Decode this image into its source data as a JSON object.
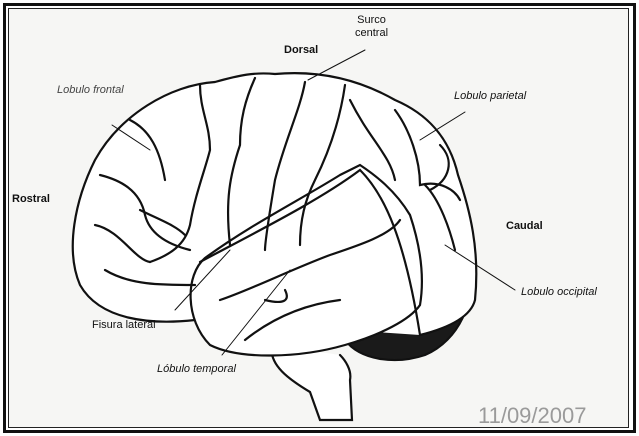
{
  "labels": {
    "surco_central": "Surco\ncentral",
    "surco": "Surco",
    "central": "central",
    "dorsal": "Dorsal",
    "lobulo_frontal": "Lobulo frontal",
    "lobulo_parietal": "Lobulo parietal",
    "rostral": "Rostral",
    "caudal": "Caudal",
    "lobulo_occipital": "Lobulo occipital",
    "fisura_lateral": "Fisura lateral",
    "lobulo_temporal": "Lóbulo temporal"
  },
  "date_stamp": "11/09/2007",
  "colors": {
    "ink": "#111111",
    "cerebellum": "#1a1a1a",
    "date": "#9a9a9a"
  }
}
